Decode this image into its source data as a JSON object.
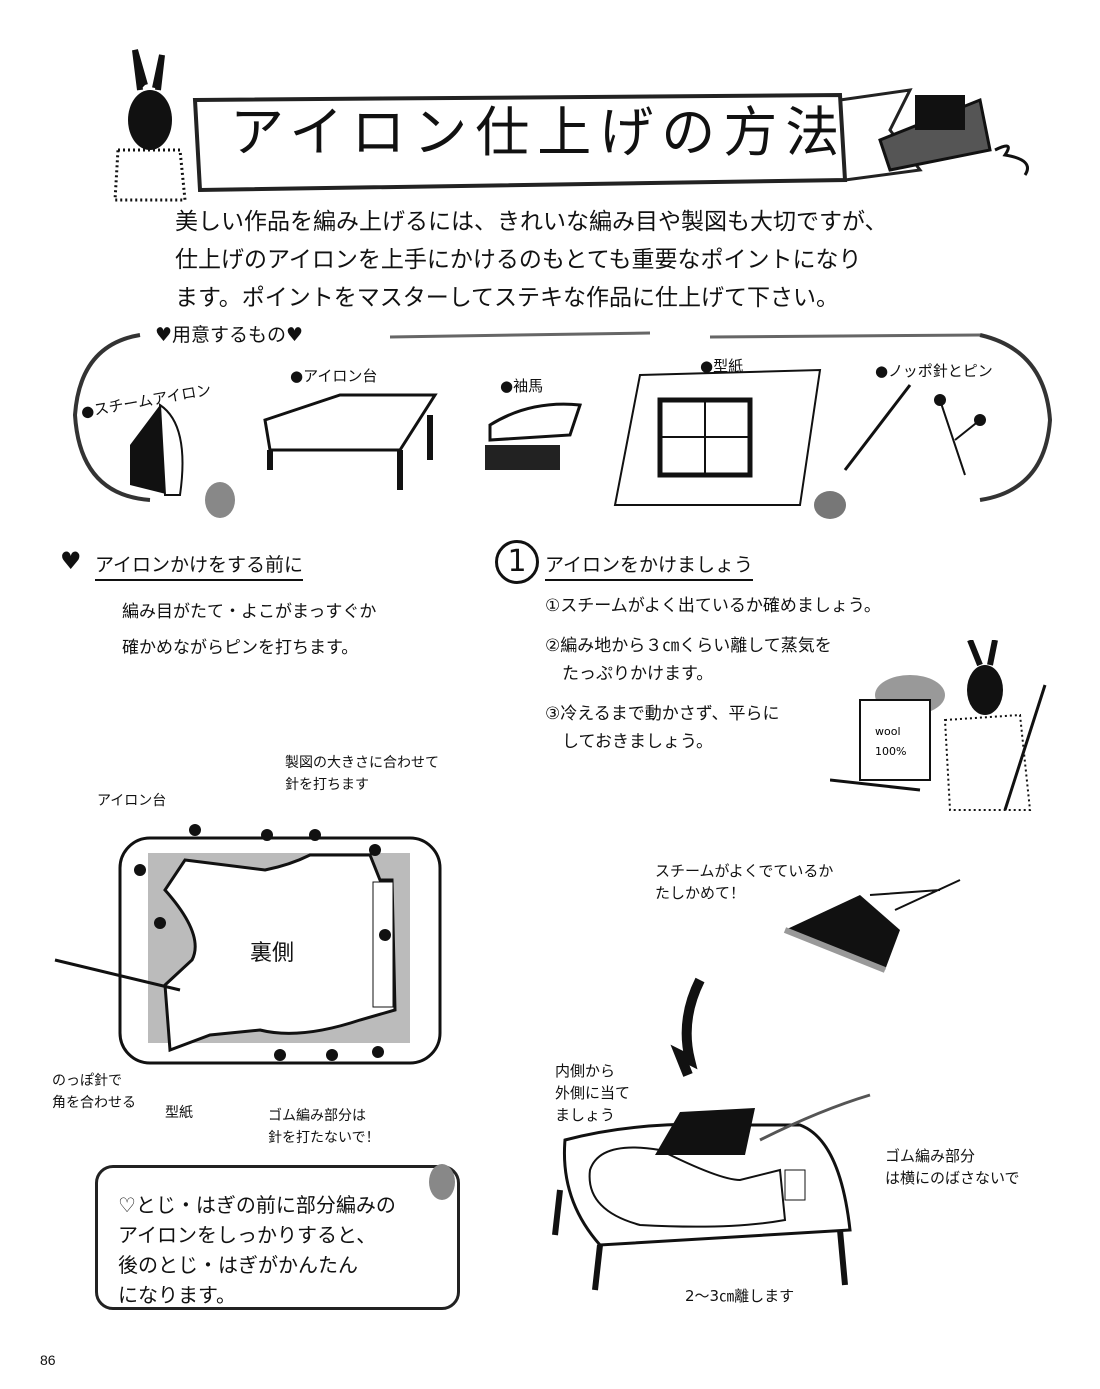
{
  "title": "アイロン仕上げの方法",
  "intro": [
    "美しい作品を編み上げるには、きれいな編み目や製図も大切ですが、",
    "仕上げのアイロンを上手にかけるのもとても重要なポイントになり",
    "ます。ポイントをマスターしてステキな作品に仕上げて下さい。"
  ],
  "supplies": {
    "heading": "♥用意するもの♥",
    "items": [
      "●スチームアイロン",
      "●アイロン台",
      "●袖馬",
      "●型紙",
      "●ノッポ針とピン"
    ]
  },
  "before": {
    "heading": "アイロンかけをする前に",
    "lines": [
      "編み目がたて・よこがまっすぐか",
      "確かめながらピンを打ちます。"
    ]
  },
  "step1": {
    "number": "1",
    "heading": "アイロンをかけましょう",
    "steps": [
      "①スチームがよく出ているか確めましょう。",
      "②編み地から３㎝くらい離して蒸気を",
      "　たっぷりかけます。",
      "③冷えるまで動かさず、平らに",
      "　しておきましょう。"
    ]
  },
  "diagram_left": {
    "board": "アイロン台",
    "pins": [
      "製図の大きさに合わせて",
      "針を打ちます"
    ],
    "center": "裏側",
    "needle": [
      "のっぽ針で",
      "角を合わせる"
    ],
    "pattern": "型紙",
    "ribbing": [
      "ゴム編み部分は",
      "針を打たないで！"
    ]
  },
  "diagram_right": {
    "steam": [
      "スチームがよくでているか",
      "たしかめて！"
    ],
    "inside": [
      "内側から",
      "外側に当て",
      "ましょう"
    ],
    "ribbing": [
      "ゴム編み部分",
      "は横にのばさないで"
    ],
    "distance": "2〜3㎝離します"
  },
  "yarn_label": [
    "wool",
    "100%"
  ],
  "tip": [
    "♡とじ・はぎの前に部分編みの",
    "アイロンをしっかりすると、",
    "後のとじ・はぎがかんたん",
    "になります。"
  ],
  "page_number": "86"
}
